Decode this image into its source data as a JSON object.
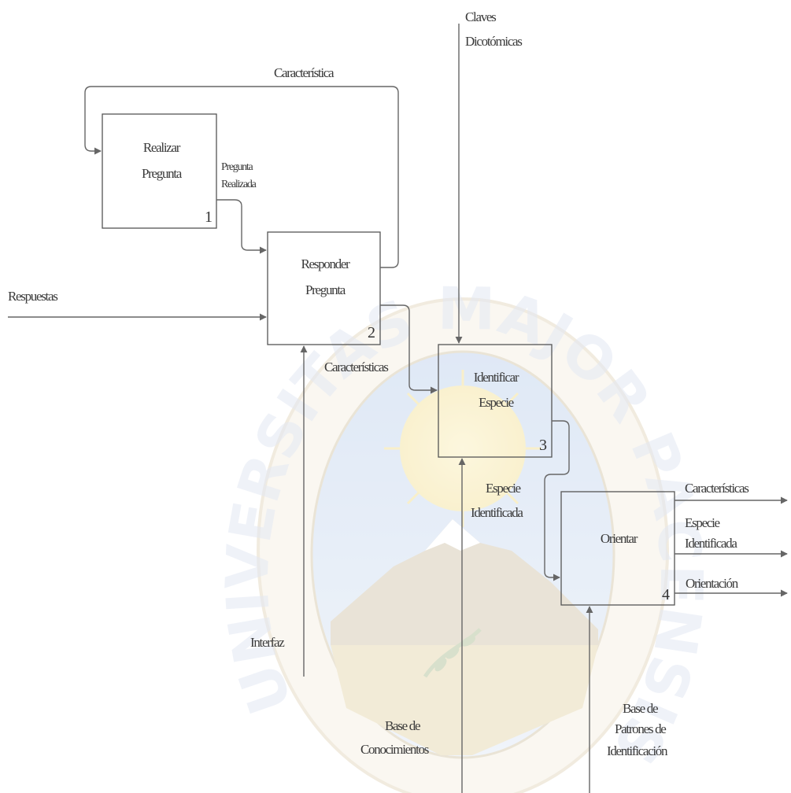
{
  "watermark": {
    "text": "UNIVERSITAS MAJOR PACENSIS DIVI ANDREAE"
  },
  "boxes": [
    {
      "id": "realizar",
      "title": [
        "Realizar",
        "Pregunta"
      ],
      "number": "1"
    },
    {
      "id": "responder",
      "title": [
        "Responder",
        "Pregunta"
      ],
      "number": "2"
    },
    {
      "id": "identificar",
      "title": [
        "Identificar",
        "Especie"
      ],
      "number": "3"
    },
    {
      "id": "orientar",
      "title": [
        "Orientar"
      ],
      "number": "4"
    }
  ],
  "flows": {
    "caracteristica_feedback": "Característica",
    "pregunta_realizada": [
      "Pregunta",
      "Realizada"
    ],
    "respuestas": "Respuestas",
    "caracteristicas_to_identificar": "Características",
    "claves_dicotomicas": [
      "Claves",
      "Dicotómicas"
    ],
    "especie_identificada": [
      "Especie",
      "Identificada"
    ],
    "interfaz": "Interfaz",
    "base_conocimientos": [
      "Base de",
      "Conocimientos"
    ],
    "base_patrones": [
      "Base de",
      "Patrones de",
      "Identificación"
    ],
    "out_caracteristicas": "Características",
    "out_especie": [
      "Especie",
      "Identificada"
    ],
    "out_orientacion": "Orientación"
  }
}
